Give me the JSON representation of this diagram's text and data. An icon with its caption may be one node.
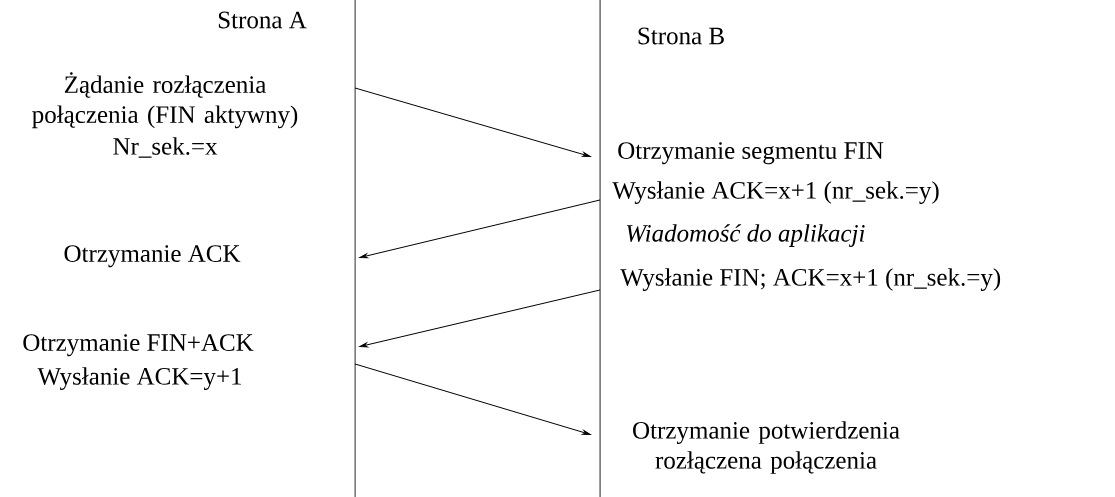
{
  "diagram": {
    "nodes": [
      {
        "text": [
          "Strona A"
        ]
      },
      {
        "text": [
          "Strona B"
        ]
      }
    ],
    "edges": [
      {
        "from": 0,
        "to": 1,
        "arrow": "to"
      },
      {
        "from": 1,
        "to": 0,
        "arrow": "to"
      },
      {
        "from": 1,
        "to": 0,
        "arrow": "to"
      },
      {
        "from": 0,
        "to": 1,
        "arrow": "to"
      }
    ],
    "labels": [
      "Żądanie rozłączenia połączenia (FIN aktywny)",
      "Nr_sek.=x",
      "Otrzymanie segmentu FIN",
      "Wysłanie ACK=x+1 (nr_sek.=y)",
      "Wiadomość do aplikacji",
      "Otrzymanie ACK",
      "Wysłanie FIN; ACK=x+1 (nr_sek.=y)",
      "Otrzymanie FIN+ACK",
      "Wysłanie ACK=y+1",
      "Otrzymanie potwierdzenia rozłączena połączenia"
    ]
  }
}
